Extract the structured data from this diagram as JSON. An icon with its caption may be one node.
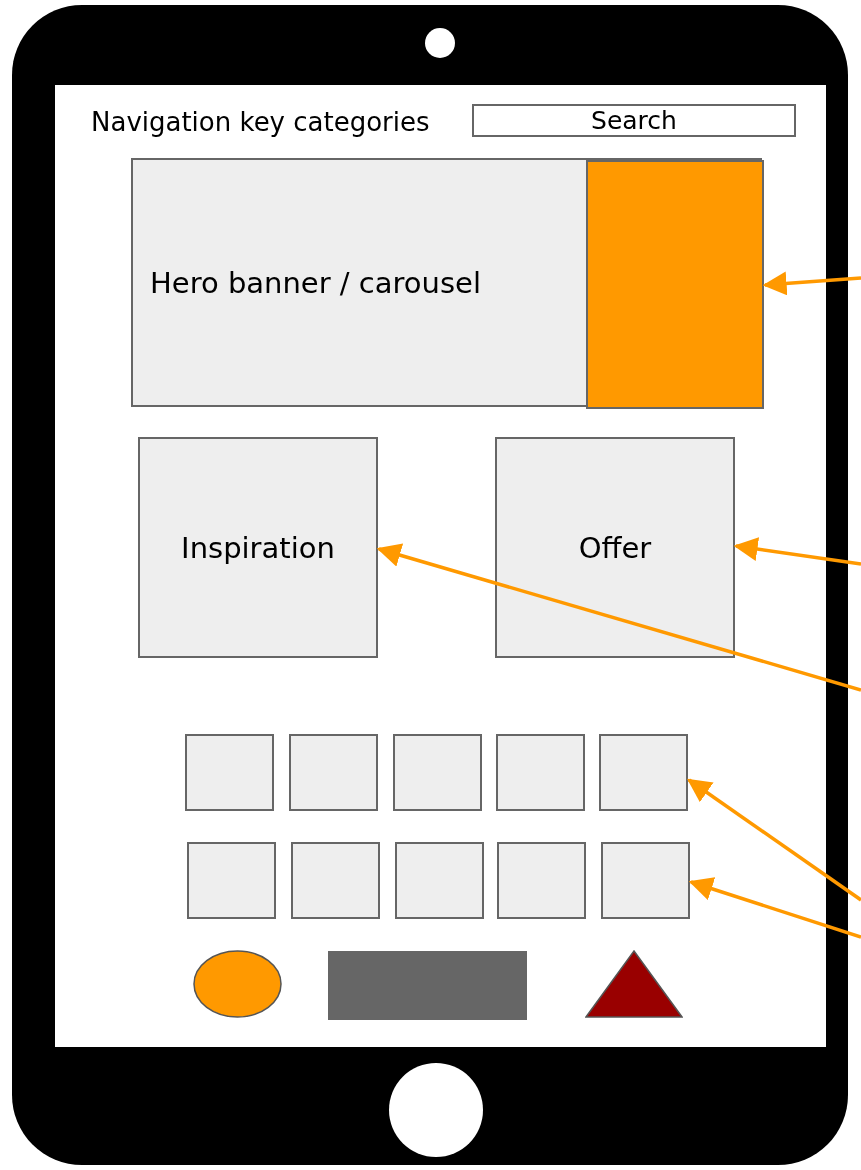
{
  "diagram": {
    "nodes": [
      {
        "text": [
          "Search"
        ]
      },
      {
        "text": [
          "Hero banner / carousel"
        ]
      },
      {
        "text": [],
        "shape": "box",
        "in": 1
      },
      {
        "text": [
          "Inspiration"
        ]
      },
      {
        "text": [
          "Offer"
        ]
      },
      {
        "text": [],
        "shape": "box"
      },
      {
        "text": [],
        "shape": "box"
      },
      {
        "text": [],
        "shape": "box"
      },
      {
        "text": [],
        "shape": "box"
      },
      {
        "text": [],
        "shape": "box"
      },
      {
        "text": [],
        "shape": "box"
      },
      {
        "text": [],
        "shape": "box"
      },
      {
        "text": [],
        "shape": "box"
      },
      {
        "text": [],
        "shape": "box"
      },
      {
        "text": [],
        "shape": "box"
      },
      {
        "text": [],
        "shape": "circle"
      },
      {
        "text": [],
        "shape": "bar"
      },
      {
        "text": [],
        "shape": "triangle"
      }
    ],
    "edges": [
      {
        "from": null,
        "to": 2,
        "arrow": "to"
      },
      {
        "from": null,
        "to": 4,
        "arrow": "to"
      },
      {
        "from": null,
        "to": 3,
        "arrow": "to"
      },
      {
        "from": null,
        "to": 9,
        "arrow": "to"
      },
      {
        "from": null,
        "to": 14,
        "arrow": "to"
      }
    ],
    "labels": [
      "Navigation key categories"
    ]
  }
}
